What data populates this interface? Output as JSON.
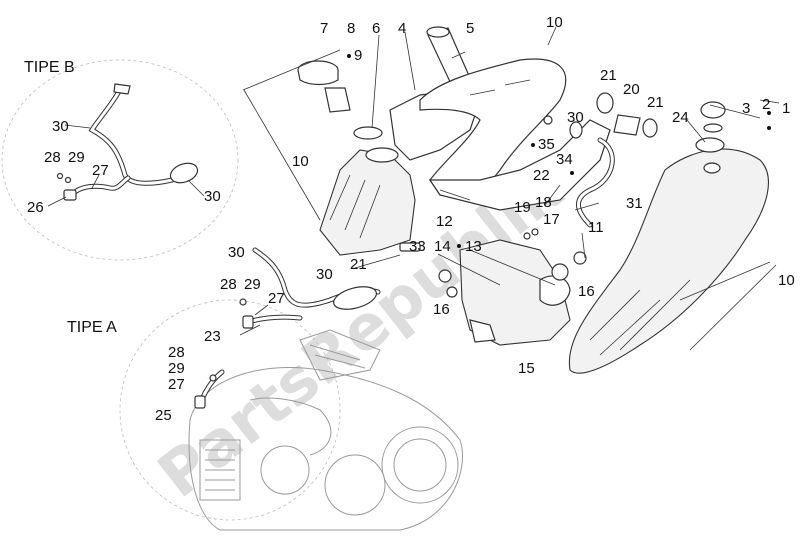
{
  "watermark": "PartsRepublik",
  "sections": {
    "tipe_b": "TIPE B",
    "tipe_a": "TIPE A"
  },
  "callouts": {
    "c1": "1",
    "c2": "2",
    "c3": "3",
    "c4": "4",
    "c5": "5",
    "c6": "6",
    "c7": "7",
    "c8": "8",
    "c9": "9",
    "c10a": "10",
    "c10b": "10",
    "c10c": "10",
    "c11": "11",
    "c12": "12",
    "c13": "13",
    "c14": "14",
    "c15": "15",
    "c16a": "16",
    "c16b": "16",
    "c17": "17",
    "c18": "18",
    "c19": "19",
    "c20": "20",
    "c21a": "21",
    "c21b": "21",
    "c21c": "21",
    "c22": "22",
    "c23": "23",
    "c24": "24",
    "c25": "25",
    "c26": "26",
    "c27a": "27",
    "c27b": "27",
    "c27c": "27",
    "c28a": "28",
    "c28b": "28",
    "c28c": "28",
    "c29a": "29",
    "c29b": "29",
    "c29c": "29",
    "c30a": "30",
    "c30b": "30",
    "c30c": "30",
    "c30d": "30",
    "c30e": "30",
    "c31": "31",
    "c33": "33",
    "c34": "34",
    "c35": "35"
  }
}
